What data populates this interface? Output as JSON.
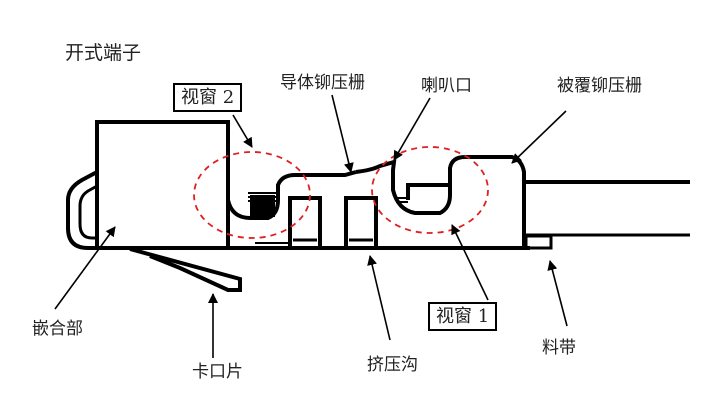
{
  "diagram": {
    "title": "开式端子",
    "labels": {
      "window2": "视窗 2",
      "window1": "视窗 1",
      "conductor_crimp": "导体铆压栅",
      "bell_mouth": "喇叭口",
      "insulation_crimp": "被覆铆压栅",
      "mating_part": "嵌合部",
      "locking_tab": "卡口片",
      "serration_groove": "挤压沟",
      "carrier_strip": "料带"
    },
    "colors": {
      "outline": "#000000",
      "highlight_circle": "#e02020"
    }
  }
}
